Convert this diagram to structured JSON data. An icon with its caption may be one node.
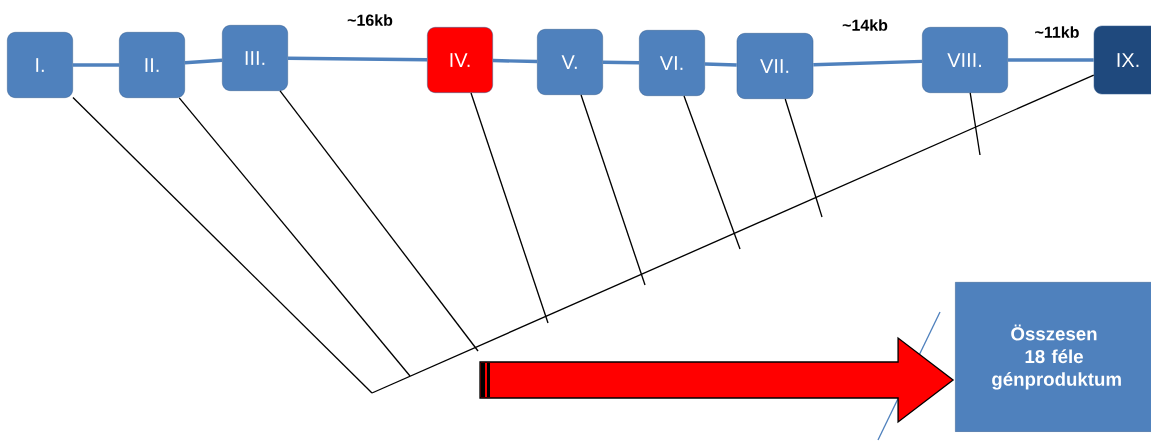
{
  "diagram": {
    "nodes": [
      {
        "text": [
          "I."
        ]
      },
      {
        "text": [
          "II."
        ]
      },
      {
        "text": [
          "III."
        ]
      },
      {
        "text": [
          "IV."
        ]
      },
      {
        "text": [
          "V."
        ]
      },
      {
        "text": [
          "VI."
        ]
      },
      {
        "text": [
          "VII."
        ]
      },
      {
        "text": [
          "VIII."
        ]
      },
      {
        "text": [
          "IX."
        ]
      },
      {
        "text": [
          "Összesen 18 féle génproduktum"
        ]
      }
    ],
    "edges": [
      {
        "from": 0,
        "to": 1,
        "arrow": "none",
        "style": "thick",
        "color": "#4f81bd"
      },
      {
        "from": 1,
        "to": 2,
        "arrow": "none",
        "style": "thick",
        "color": "#4f81bd"
      },
      {
        "from": 2,
        "to": 3,
        "arrow": "none",
        "style": "thick",
        "color": "#4f81bd"
      },
      {
        "from": 3,
        "to": 4,
        "arrow": "none",
        "style": "thick",
        "color": "#4f81bd"
      },
      {
        "from": 4,
        "to": 5,
        "arrow": "none",
        "style": "thick",
        "color": "#4f81bd"
      },
      {
        "from": 5,
        "to": 6,
        "arrow": "none",
        "style": "thick",
        "color": "#4f81bd"
      },
      {
        "from": 6,
        "to": 7,
        "arrow": "none",
        "style": "thick",
        "color": "#4f81bd"
      },
      {
        "from": 7,
        "to": 8,
        "arrow": "none",
        "style": "thick",
        "color": "#4f81bd"
      },
      {
        "from": 0,
        "to": null,
        "arrow": "none"
      },
      {
        "from": 1,
        "to": null,
        "arrow": "none"
      },
      {
        "from": 2,
        "to": null,
        "arrow": "none"
      },
      {
        "from": 3,
        "to": null,
        "arrow": "none"
      },
      {
        "from": 4,
        "to": null,
        "arrow": "none"
      },
      {
        "from": 5,
        "to": null,
        "arrow": "none"
      },
      {
        "from": 6,
        "to": null,
        "arrow": "none"
      },
      {
        "from": 7,
        "to": null,
        "arrow": "none"
      },
      {
        "from": 8,
        "to": null,
        "arrow": "none"
      },
      {
        "from": null,
        "to": 9,
        "arrow": "to",
        "style": "thick",
        "color": "#ff0000"
      }
    ],
    "labels": [
      "~16kb",
      "~14kb",
      "~11kb"
    ]
  }
}
